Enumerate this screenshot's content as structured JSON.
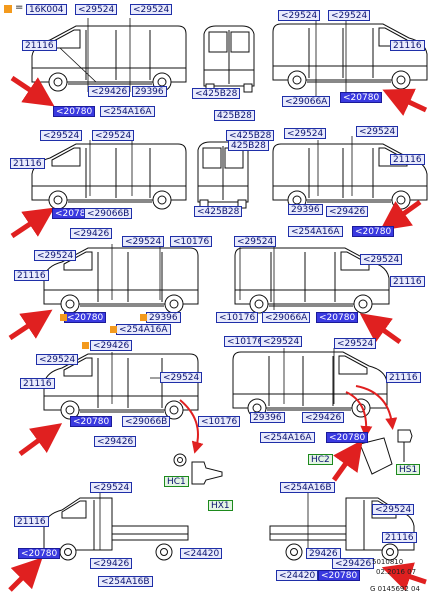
{
  "legend": {
    "marker_color": "#f39a1d",
    "eq": "=",
    "code": "16K004"
  },
  "codes": {
    "a": "<29524",
    "b": "21116",
    "c": "<29426",
    "d": "<254A16A",
    "e": "29396",
    "f": "<20780",
    "g": "<425B28",
    "h": "<29066A",
    "i": "<29066B",
    "j": "<10176",
    "k": "<24420",
    "l": "<254A16B",
    "m": "<20780",
    "n": "29396",
    "o": "29426",
    "p": "254A16B",
    "q": "HC1",
    "r": "HX1",
    "s": "HC2",
    "t": "HS1",
    "u": "425B28",
    "v": "<29426",
    "w": "<29066A"
  },
  "reference": {
    "code": "5010810",
    "date": "02.2016 07",
    "fig": "G 0145692 04"
  },
  "colors": {
    "label_bg": "#e8eafc",
    "label_border": "#1f2fa8",
    "highlight": "#3a3ae0",
    "arrow": "#e02020",
    "marker": "#f39a1d",
    "part_label_border": "#1d8a1d"
  }
}
